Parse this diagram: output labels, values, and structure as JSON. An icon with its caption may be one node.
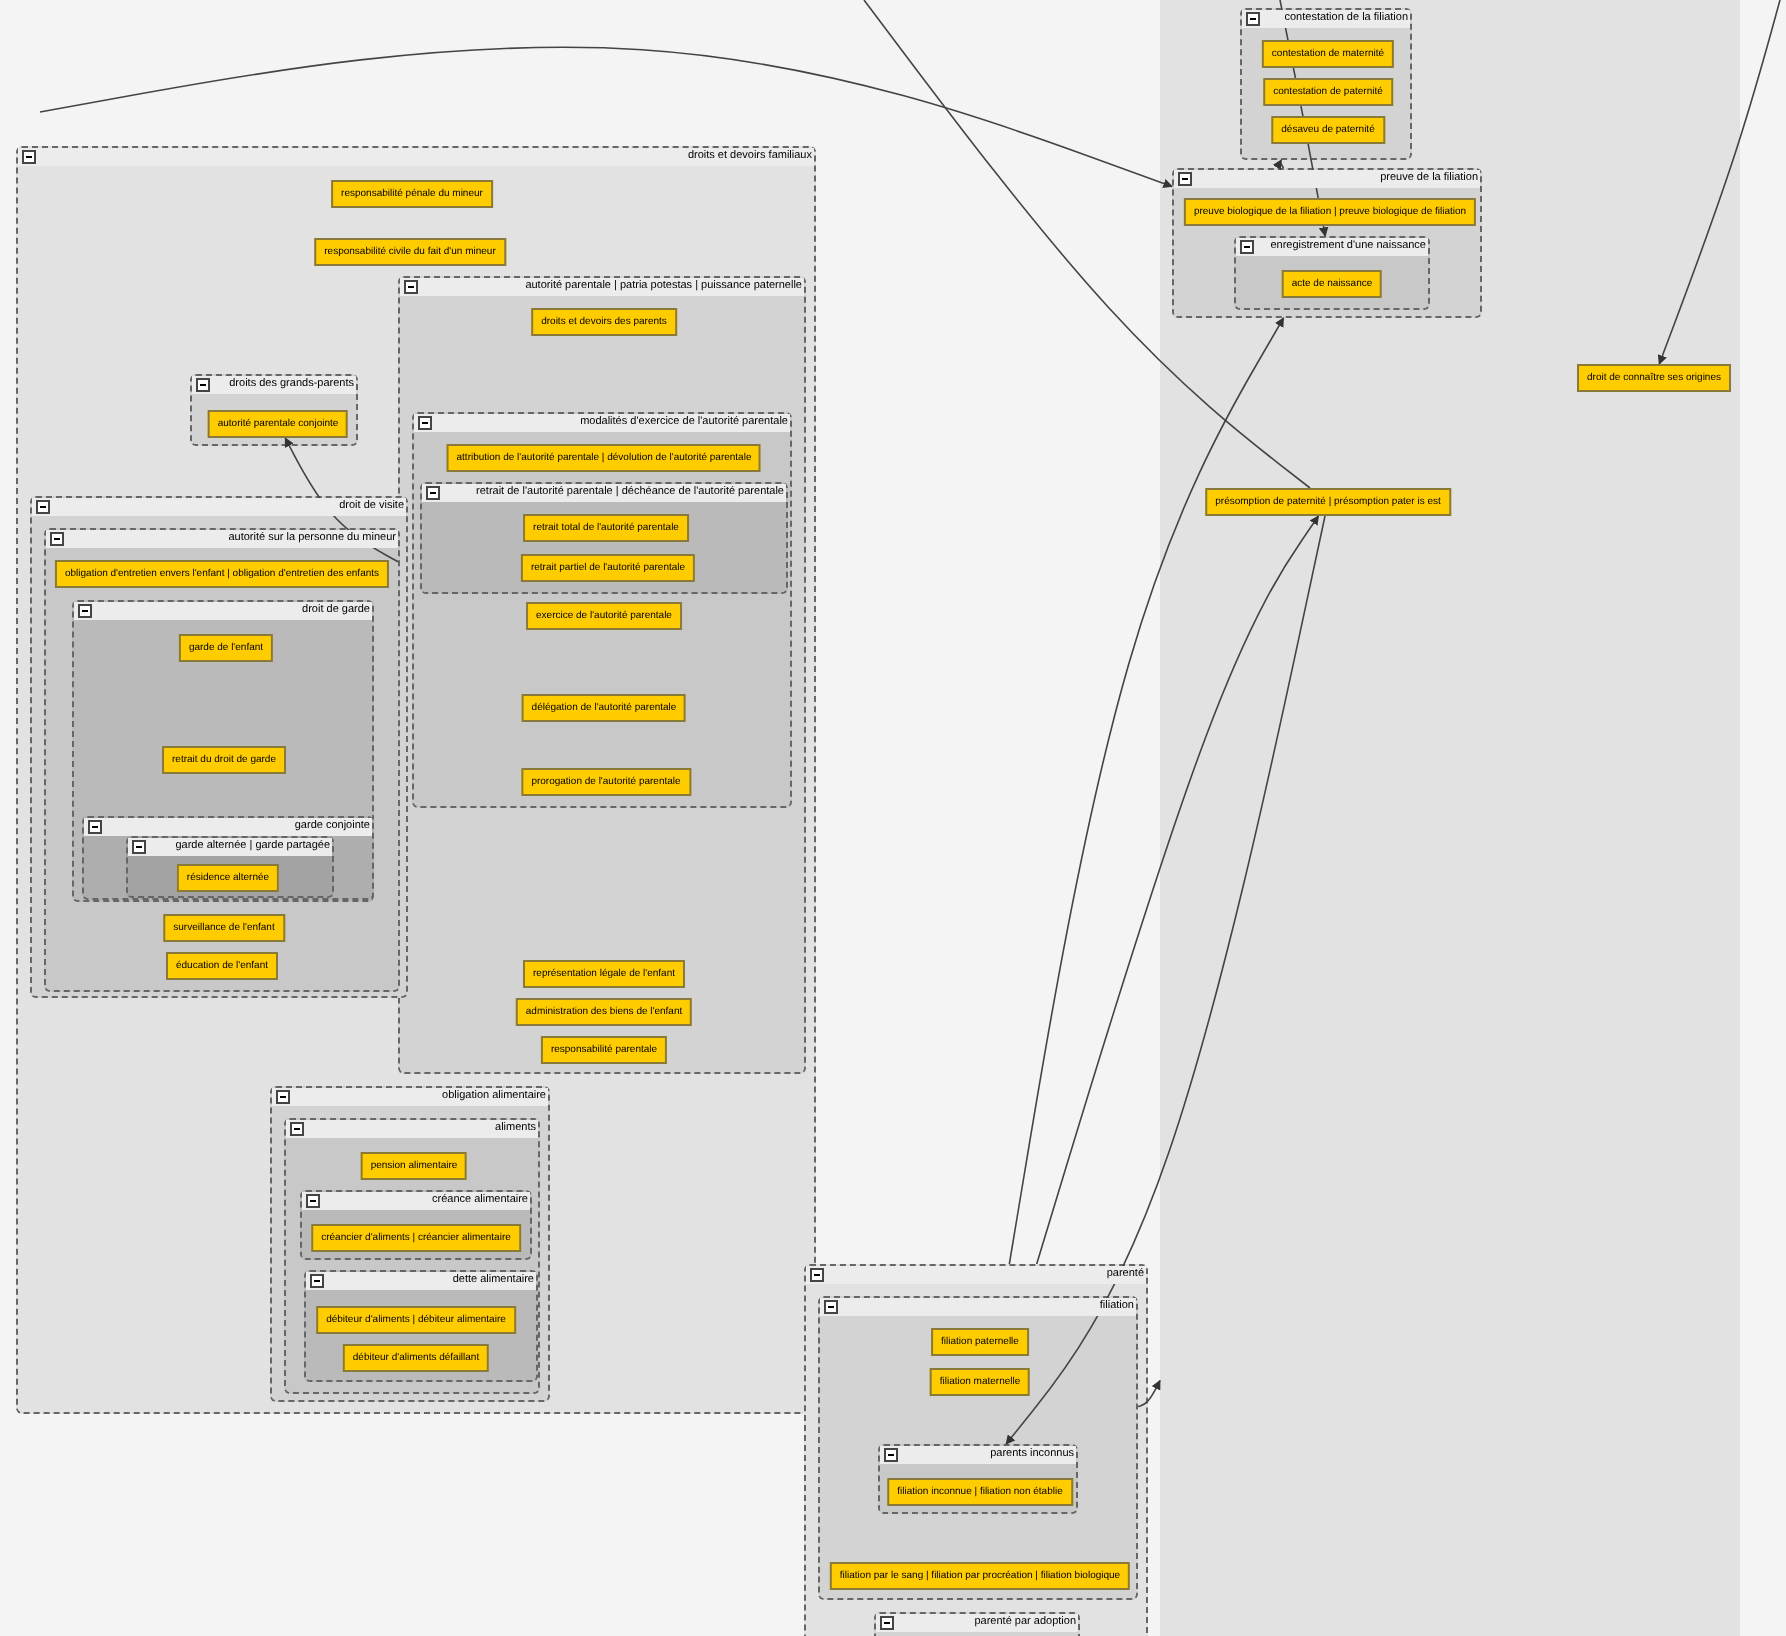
{
  "diagram": {
    "nodes": [
      {
        "text": [
          "droits et devoirs familiaux"
        ]
      },
      {
        "text": [
          "responsabilité pénale du mineur"
        ],
        "in": 0
      },
      {
        "text": [
          "responsabilité civile du fait d'un mineur"
        ],
        "in": 0
      },
      {
        "text": [
          "autorité parentale | patria potestas | puissance paternelle"
        ],
        "in": 0
      },
      {
        "text": [
          "droits et devoirs des parents"
        ],
        "in": 3
      },
      {
        "text": [
          "modalités d'exercice de l'autorité parentale"
        ],
        "in": 3
      },
      {
        "text": [
          "attribution de l'autorité parentale | dévolution de l'autorité parentale"
        ],
        "in": 5
      },
      {
        "text": [
          "retrait de l'autorité parentale | déchéance de l'autorité parentale"
        ],
        "in": 5
      },
      {
        "text": [
          "retrait total de l'autorité parentale"
        ],
        "in": 7
      },
      {
        "text": [
          "retrait partiel de l'autorité parentale"
        ],
        "in": 7
      },
      {
        "text": [
          "exercice de l'autorité parentale"
        ],
        "in": 5
      },
      {
        "text": [
          "délégation de l'autorité parentale"
        ],
        "in": 5
      },
      {
        "text": [
          "prorogation de l'autorité parentale"
        ],
        "in": 5
      },
      {
        "text": [
          "représentation légale de l'enfant"
        ],
        "in": 3
      },
      {
        "text": [
          "administration des biens de l'enfant"
        ],
        "in": 3
      },
      {
        "text": [
          "responsabilité parentale"
        ],
        "in": 3
      },
      {
        "text": [
          "droits des grands-parents"
        ],
        "in": 0
      },
      {
        "text": [
          "autorité parentale conjointe"
        ],
        "in": 16
      },
      {
        "text": [
          "droit de visite"
        ],
        "in": 0
      },
      {
        "text": [
          "autorité sur la personne du mineur"
        ],
        "in": 18
      },
      {
        "text": [
          "obligation d'entretien envers l'enfant | obligation d'entretien des enfants"
        ],
        "in": 19
      },
      {
        "text": [
          "droit de garde"
        ],
        "in": 19
      },
      {
        "text": [
          "garde de l'enfant"
        ],
        "in": 21
      },
      {
        "text": [
          "retrait du droit de garde"
        ],
        "in": 21
      },
      {
        "text": [
          "garde conjointe"
        ],
        "in": 21
      },
      {
        "text": [
          "garde alternée | garde partagée"
        ],
        "in": 24
      },
      {
        "text": [
          "résidence alternée"
        ],
        "in": 25
      },
      {
        "text": [
          "surveillance de l'enfant"
        ],
        "in": 19
      },
      {
        "text": [
          "éducation de l'enfant"
        ],
        "in": 19
      },
      {
        "text": [
          "obligation alimentaire"
        ],
        "in": 0
      },
      {
        "text": [
          "aliments"
        ],
        "in": 29
      },
      {
        "text": [
          "pension alimentaire"
        ],
        "in": 30
      },
      {
        "text": [
          "créance alimentaire"
        ],
        "in": 30
      },
      {
        "text": [
          "créancier d'aliments | créancier alimentaire"
        ],
        "in": 32
      },
      {
        "text": [
          "dette alimentaire"
        ],
        "in": 30
      },
      {
        "text": [
          "débiteur d'aliments | débiteur alimentaire"
        ],
        "in": 34
      },
      {
        "text": [
          "débiteur d'aliments défaillant"
        ],
        "in": 34
      },
      {
        "text": [],
        "shape": "box"
      },
      {
        "text": [
          "contestation de la filiation"
        ],
        "in": 37
      },
      {
        "text": [
          "contestation de maternité"
        ],
        "in": 38
      },
      {
        "text": [
          "contestation de paternité"
        ],
        "in": 38
      },
      {
        "text": [
          "désaveu de paternité"
        ],
        "in": 38
      },
      {
        "text": [
          "preuve de la filiation"
        ],
        "in": 37
      },
      {
        "text": [
          "preuve biologique de la filiation | preuve biologique de filiation"
        ],
        "in": 42
      },
      {
        "text": [
          "enregistrement d'une naissance"
        ],
        "in": 42
      },
      {
        "text": [
          "acte de naissance"
        ],
        "in": 44
      },
      {
        "text": [
          "présomption de paternité | présomption pater is est"
        ],
        "in": 37
      },
      {
        "text": [
          "droit de connaître ses origines"
        ],
        "in": 37
      },
      {
        "text": [
          "parenté"
        ]
      },
      {
        "text": [
          "filiation"
        ],
        "in": 48
      },
      {
        "text": [
          "filiation paternelle"
        ],
        "in": 49
      },
      {
        "text": [
          "filiation maternelle"
        ],
        "in": 49
      },
      {
        "text": [
          "parents inconnus"
        ],
        "in": 49
      },
      {
        "text": [
          "filiation inconnue | filiation non établie"
        ],
        "in": 52
      },
      {
        "text": [
          "filiation par le sang | filiation par procréation | filiation biologique"
        ],
        "in": 49
      },
      {
        "text": [
          "parenté par adoption"
        ],
        "in": 48
      }
    ],
    "edges": [
      {
        "from": 3,
        "to": 17,
        "arrow": "to"
      },
      {
        "from": 42,
        "to": 38,
        "arrow": "to"
      },
      {
        "from": null,
        "to": 44,
        "arrow": "to"
      },
      {
        "from": null,
        "to": 42,
        "arrow": "to"
      },
      {
        "from": 48,
        "to": 42,
        "arrow": "to"
      },
      {
        "from": 48,
        "to": 46,
        "arrow": "to"
      },
      {
        "from": 46,
        "to": 52,
        "arrow": "to"
      },
      {
        "from": null,
        "to": 47,
        "arrow": "to"
      },
      {
        "from": 49,
        "to": 37,
        "arrow": "to"
      },
      {
        "from": null,
        "to": 46,
        "arrow": "none"
      }
    ]
  }
}
